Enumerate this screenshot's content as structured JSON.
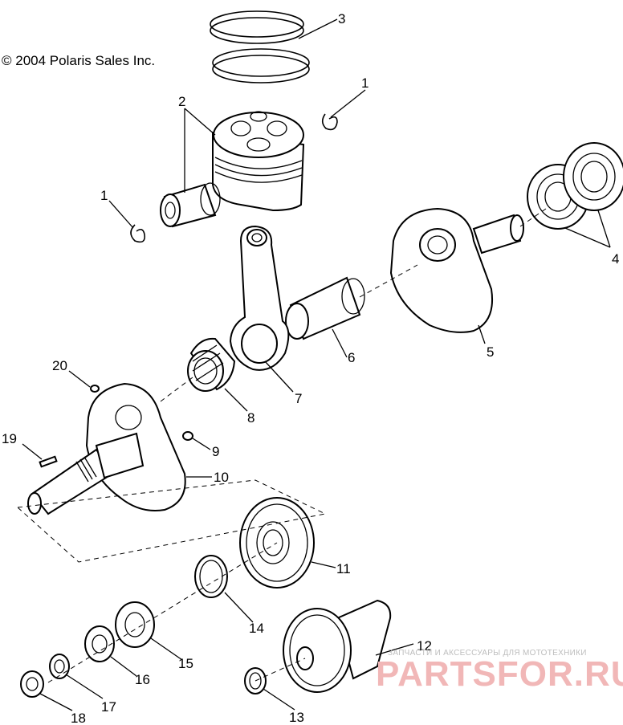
{
  "copyright": "© 2004 Polaris Sales Inc.",
  "watermark": {
    "tagline": "ЗАПЧАСТИ И АКСЕССУАРЫ ДЛЯ МОТОТЕХНИКИ",
    "logo": "PARTSFOR.RU"
  },
  "callouts": [
    {
      "id": "1a",
      "label": "1"
    },
    {
      "id": "1b",
      "label": "1"
    },
    {
      "id": "2",
      "label": "2"
    },
    {
      "id": "3",
      "label": "3"
    },
    {
      "id": "4",
      "label": "4"
    },
    {
      "id": "5",
      "label": "5"
    },
    {
      "id": "6",
      "label": "6"
    },
    {
      "id": "7",
      "label": "7"
    },
    {
      "id": "8",
      "label": "8"
    },
    {
      "id": "9",
      "label": "9"
    },
    {
      "id": "10",
      "label": "10"
    },
    {
      "id": "11",
      "label": "11"
    },
    {
      "id": "12",
      "label": "12"
    },
    {
      "id": "13",
      "label": "13"
    },
    {
      "id": "14",
      "label": "14"
    },
    {
      "id": "15",
      "label": "15"
    },
    {
      "id": "16",
      "label": "16"
    },
    {
      "id": "17",
      "label": "17"
    },
    {
      "id": "18",
      "label": "18"
    },
    {
      "id": "19",
      "label": "19"
    },
    {
      "id": "20",
      "label": "20"
    }
  ]
}
